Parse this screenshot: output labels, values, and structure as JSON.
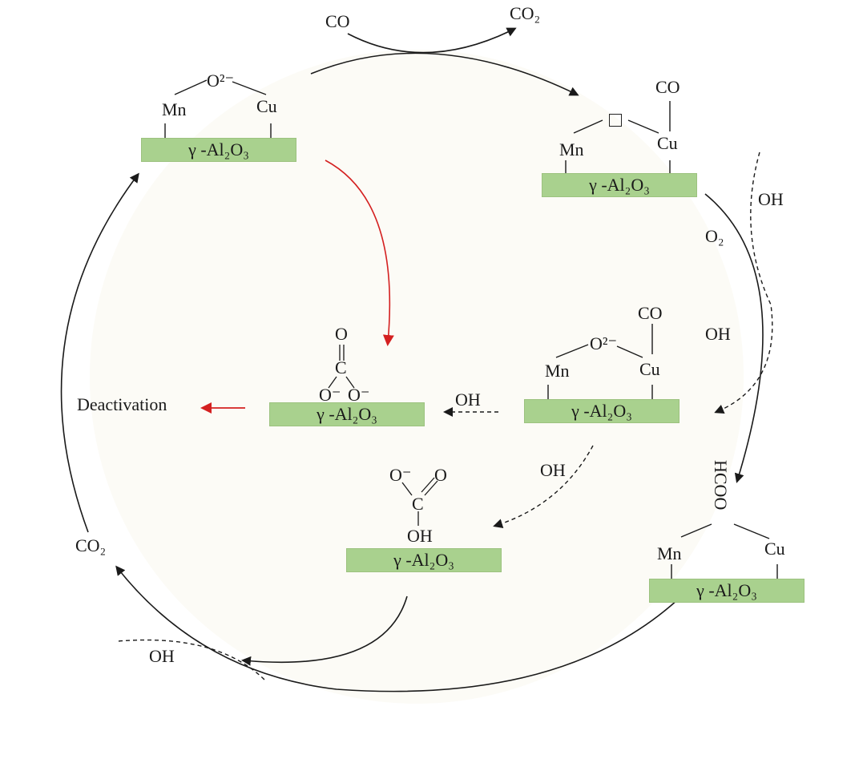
{
  "colors": {
    "background_disk": "#fcfbf6",
    "support": "#a9d18e",
    "deactivation_arrow": "#d42020",
    "stroke": "#1a1a1a"
  },
  "labels": {
    "co_in": "CO",
    "co2_top": "CO₂",
    "oh_right": "OH",
    "o2": "O₂",
    "oh_mid_right": "OH",
    "oh_center": "OH",
    "oh_lower": "OH",
    "co2_left": "CO₂",
    "oh_bottom": "OH",
    "deactivation": "Deactivation"
  },
  "support_label": "γ -Al₂O₃",
  "species": {
    "s1": {
      "mn": "Mn",
      "cu": "Cu",
      "o2minus": "O²⁻"
    },
    "s2": {
      "mn": "Mn",
      "cu": "Cu",
      "co": "CO"
    },
    "s3": {
      "mn": "Mn",
      "cu": "Cu",
      "co": "CO",
      "o2minus": "O²⁻"
    },
    "s4": {
      "mn": "Mn",
      "cu": "Cu",
      "formate": "HCOO"
    },
    "carbonate": {
      "o_top": "O",
      "c": "C",
      "o_left": "O⁻",
      "o_right": "O⁻"
    },
    "bicarbonate": {
      "o_left": "O⁻",
      "o_right": "O",
      "c": "C",
      "oh": "OH"
    }
  }
}
